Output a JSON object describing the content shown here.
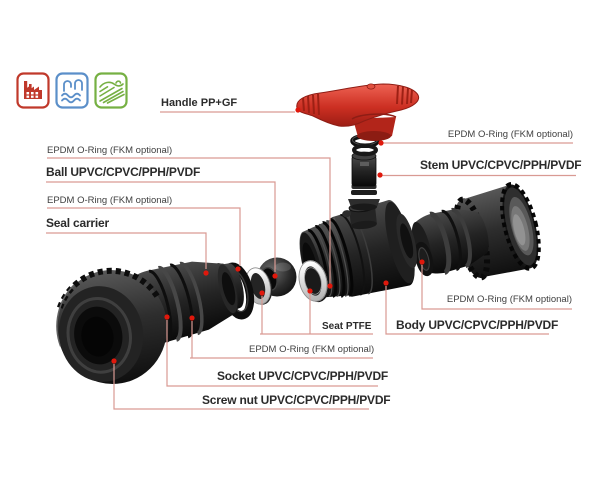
{
  "diagram": {
    "labels": {
      "handle": "Handle PP+GF",
      "oring_handle": "EPDM O-Ring (FKM optional)",
      "stem": "Stem UPVC/CPVC/PPH/PVDF",
      "oring_body_left": "EPDM O-Ring (FKM optional)",
      "ball": "Ball UPVC/CPVC/PPH/PVDF",
      "oring_carrier": "EPDM O-Ring (FKM optional)",
      "seal_carrier": "Seal carrier",
      "oring_union_right": "EPDM O-Ring (FKM optional)",
      "body": "Body UPVC/CPVC/PPH/PVDF",
      "seat": "Seat PTFE",
      "oring_socket": "EPDM O-Ring (FKM optional)",
      "socket": "Socket UPVC/CPVC/PPH/PVDF",
      "screw_nut": "Screw nut UPVC/CPVC/PPH/PVDF"
    },
    "application_icons": [
      {
        "name": "industrial-factory-icon",
        "color": "#c0392b"
      },
      {
        "name": "water-treatment-icon",
        "color": "#5b8fc9"
      },
      {
        "name": "agriculture-irrigation-icon",
        "color": "#76b043"
      }
    ],
    "colors": {
      "leader_line": "#d99a93",
      "marker_dot": "#e0180c",
      "handle_red": "#cc2f22",
      "part_dark": "#1e1e1e",
      "seat_white": "#f0f0f0",
      "label_text": "#333333",
      "background": "#ffffff"
    }
  }
}
